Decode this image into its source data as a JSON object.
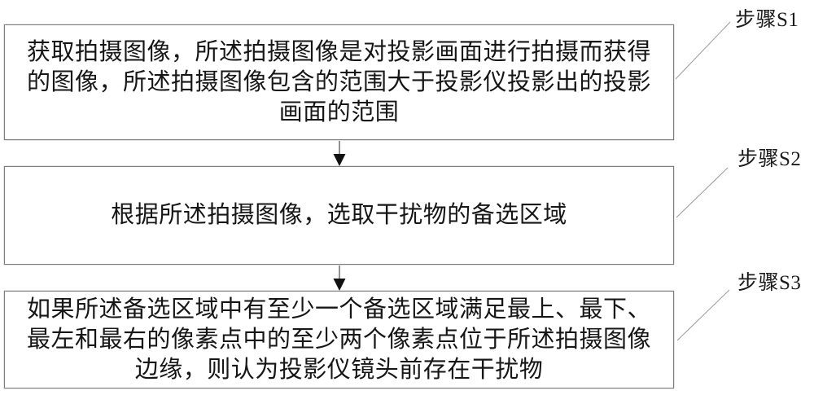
{
  "figure": {
    "type": "flowchart",
    "colors": {
      "background": "#ffffff",
      "box_border": "#7e7e7e",
      "text": "#161616",
      "arrow": "#111111",
      "leader_line": "#9a9a9a"
    }
  },
  "steps": [
    {
      "id": "S1",
      "label": "步骤S1",
      "text": "获取拍摄图像，所述拍摄图像是对投影画面进行拍摄而获得的图像，所述拍摄图像包含的范围大于投影仪投影出的投影画面的范围"
    },
    {
      "id": "S2",
      "label": "步骤S2",
      "text": "根据所述拍摄图像，选取干扰物的备选区域"
    },
    {
      "id": "S3",
      "label": "步骤S3",
      "text": "如果所述备选区域中有至少一个备选区域满足最上、最下、最左和最右的像素点中的至少两个像素点位于所述拍摄图像边缘，则认为投影仪镜头前存在干扰物"
    }
  ]
}
